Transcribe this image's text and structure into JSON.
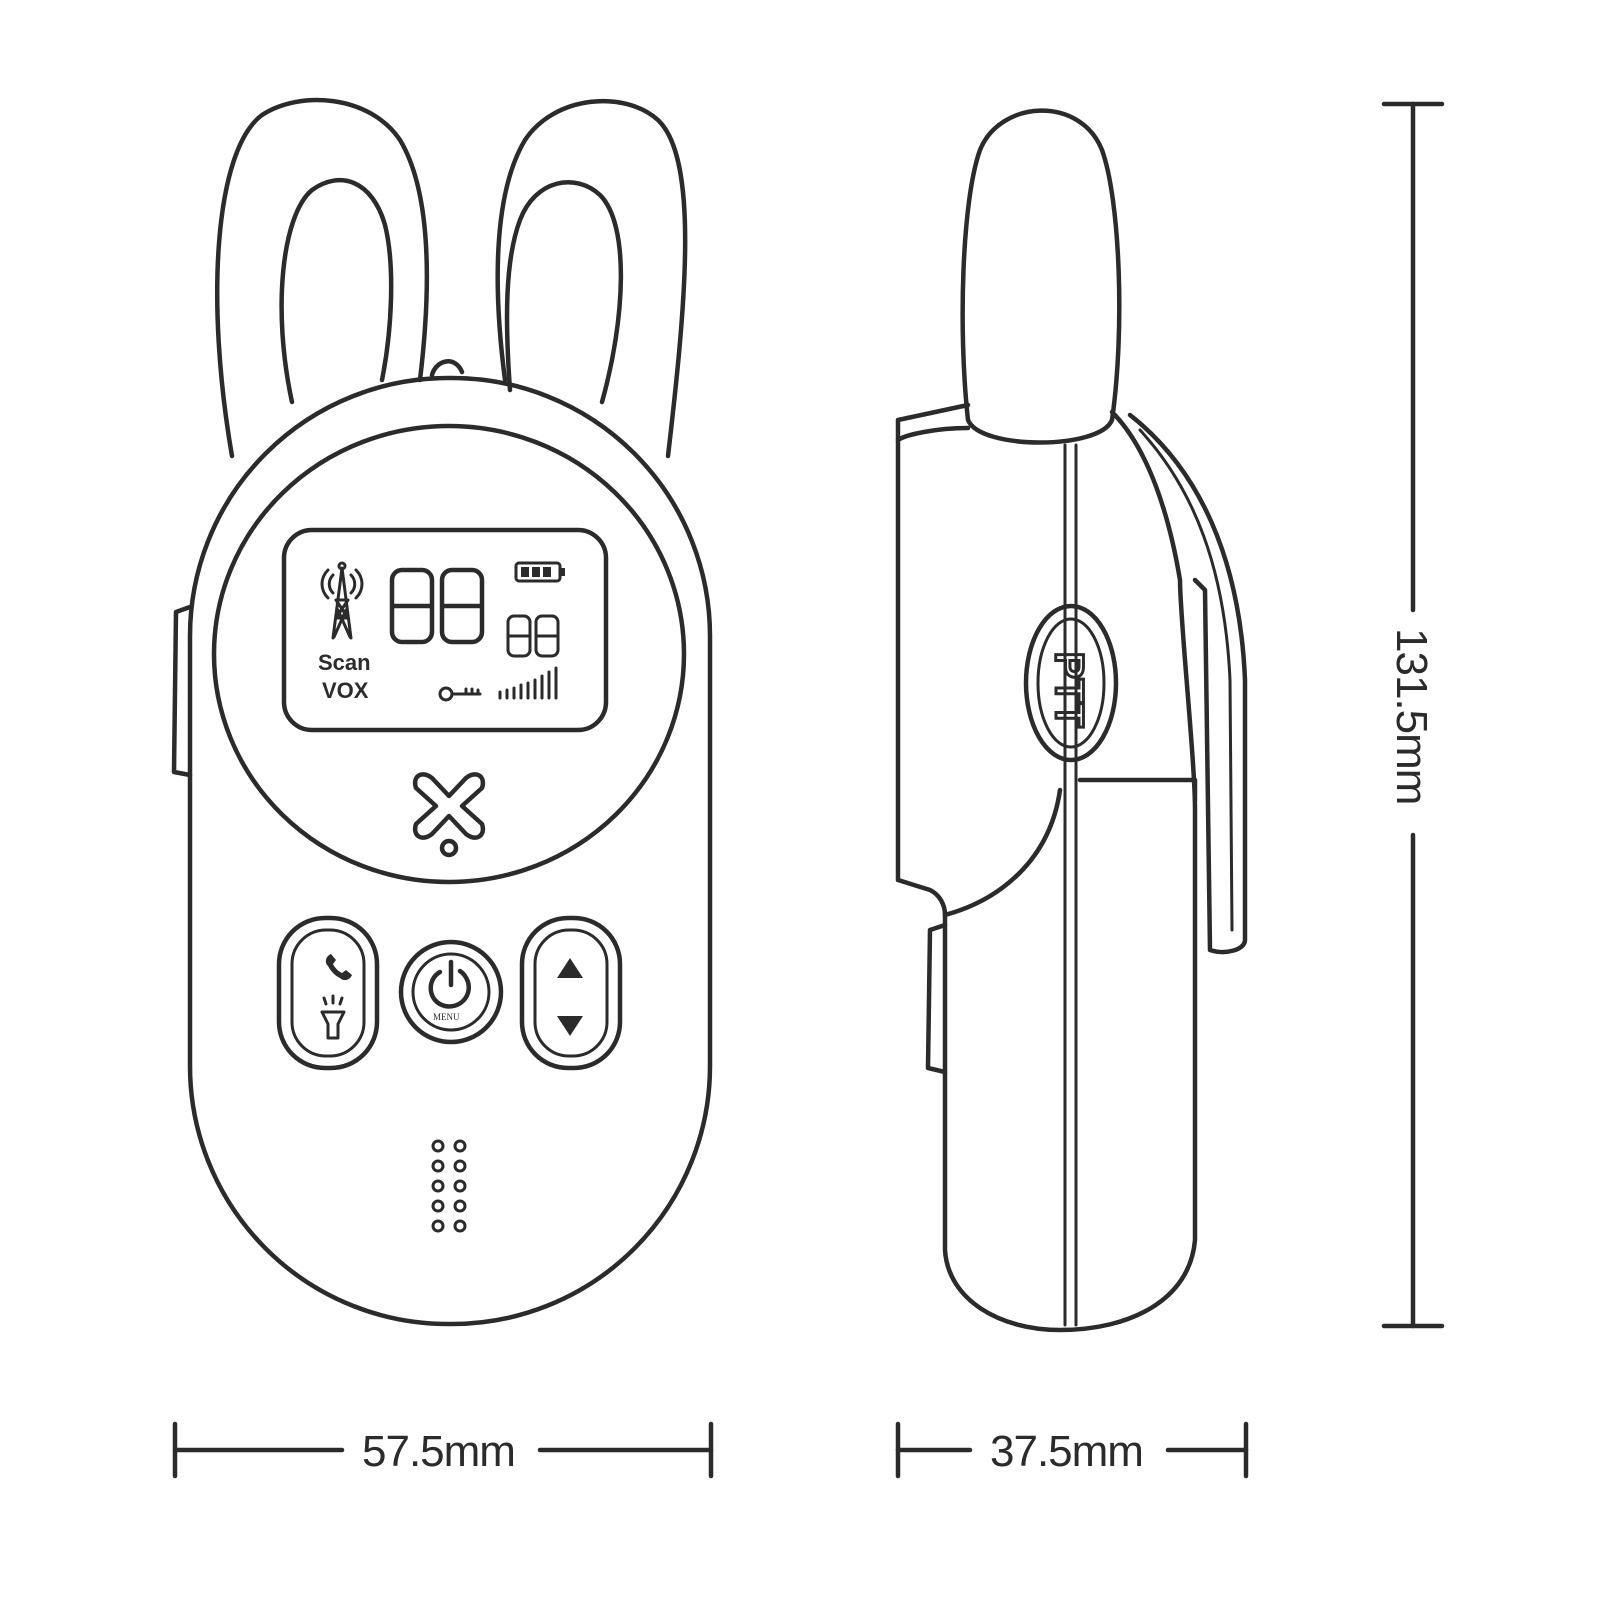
{
  "dimensions": {
    "width_label": "57.5mm",
    "depth_label": "37.5mm",
    "height_label": "131.5mm"
  },
  "display": {
    "scan_label": "Scan",
    "vox_label": "VOX",
    "channel_digits": "88",
    "sub_digits": "88",
    "icons": [
      "antenna-tower-icon",
      "battery-icon",
      "key-lock-icon",
      "signal-bars-icon"
    ]
  },
  "buttons": {
    "menu_label": "MENU",
    "left_icons": [
      "phone-icon",
      "flashlight-icon"
    ],
    "center_icon": "power-icon",
    "right_icons": [
      "arrow-up-icon",
      "arrow-down-icon"
    ]
  },
  "side": {
    "ptt_label": "PTT"
  }
}
